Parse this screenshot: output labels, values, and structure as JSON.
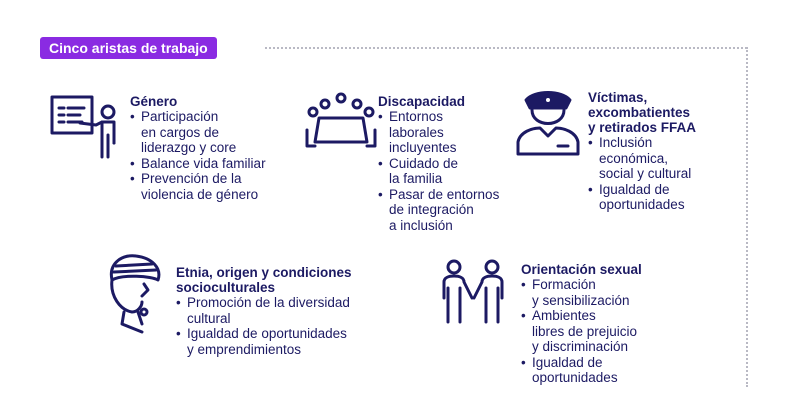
{
  "header": {
    "title": "Cinco aristas de trabajo"
  },
  "colors": {
    "accent": "#8a2be2",
    "text": "#1c1a63",
    "dots": "#b9b9c4"
  },
  "sections": [
    {
      "icon": "presentation-board-icon",
      "title": "Género",
      "items": [
        "Participación\nen cargos de\nliderazgo y core",
        "Balance vida familiar",
        "Prevención de la\nviolencia de género"
      ]
    },
    {
      "icon": "meeting-table-icon",
      "title": "Discapacidad",
      "items": [
        "Entornos\nlaborales\nincluyentes",
        "Cuidado de\nla familia",
        "Pasar de entornos\nde integración\na inclusión"
      ]
    },
    {
      "icon": "officer-cap-icon",
      "title": "Víctimas,\nexcombatientes\ny retirados FFAA",
      "items": [
        "Inclusión\neconómica,\nsocial y cultural",
        "Igualdad de\noportunidades"
      ]
    },
    {
      "icon": "headwrap-woman-icon",
      "title": "Etnia, origen y condiciones\nsocioculturales",
      "items": [
        "Promoción de la diversidad\ncultural",
        "Igualdad de oportunidades\ny emprendimientos"
      ]
    },
    {
      "icon": "two-people-holding-hands-icon",
      "title": "Orientación sexual",
      "items": [
        "Formación\ny sensibilización",
        "Ambientes\nlibres de prejuicio\ny discriminación",
        "Igualdad de\noportunidades"
      ]
    }
  ]
}
